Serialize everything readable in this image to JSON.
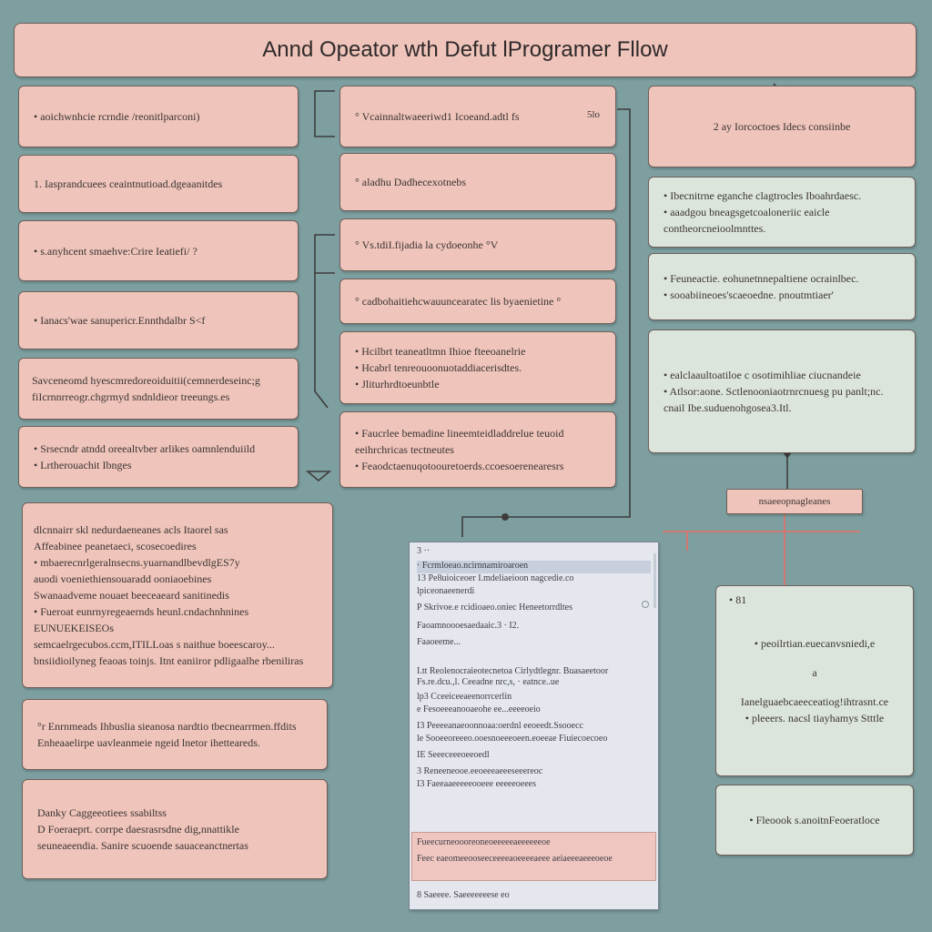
{
  "title": "Annd Opeator wth Defut lProgramer Fllow",
  "left_boxes": [
    {
      "lines": [
        "•  aoichwnhcie rcrndie /reonitlparconi)"
      ]
    },
    {
      "lines": [
        "1.  Iasprandcuees ceaintnutioad.dgeaanitdes"
      ]
    },
    {
      "lines": [
        "•  s.anyhcent smaehve:Crire Ieatiefi/ ?"
      ]
    },
    {
      "lines": [
        "•  Ianacs'wae sanupericr.Ennthdalbr S<f"
      ]
    },
    {
      "lines": [
        "Savceneomd hyescmredoreoiduitii(cemnerdeseinc;g",
        "fiIcrnnrreogr.chgrmyd sndnldieor treeungs.es"
      ]
    },
    {
      "lines": [
        "•  Srsecndr atndd oreealtvber arlikes oamnlenduiild",
        "•  Lrtherouachit Ibnges"
      ]
    },
    {
      "lines": [
        "dlcnnairr skl nedurdaeneanes acls Itaorel sas",
        "Affeabinee peanetaeci, scosecoedires",
        "•  mbaerecnrlgeralnsecns.yuarnandlbevdlgES7y",
        "   auodi voeniethiensouaradd ooniaoebines",
        "Swanaadveme  nouaet beeceaeard  sanitinedis",
        "•  Fueroat eunrnyregeaernds heunl.cndachnhnines",
        "   EUNUEKEISEOs",
        "semcaelrgecubos.ccm,ITILLoas s naithue boeescaroy...",
        "   bnsiidioilyneg feaoas toinjs. Itnt eaniiror pdligaalhe rbeniliras"
      ]
    },
    {
      "lines": [
        "°r  Enrnmeads Ihbuslia sieanosa nardtio tbecnearrmen.ffdits",
        "   Enheaaelirpe uavleanmeie ngeid lnetor ihetteareds."
      ]
    },
    {
      "lines": [
        "Danky Caggeeotiees ssabiltss",
        "",
        "D  Foeraeprt. corrpe daesrasrsdne dig,nnattikle",
        "   seuneaeendia. Sanire scuoende sauaceanctnertas"
      ]
    }
  ],
  "middle_boxes": [
    {
      "lines": [
        "° Vcainnaltwaeeriwd1 Icoeand.adtl fs"
      ]
    },
    {
      "lines": [
        "° aladhu Dadhecexotnebs"
      ]
    },
    {
      "lines": [
        "° Vs.tdiI.fijadia la cydoeonhe °V"
      ]
    },
    {
      "lines": [
        "° cadbohaitiehcwauuncearatec lis byaenietine  °"
      ]
    },
    {
      "lines": [
        "•  Hcilbrt teaneatltmn Ihioe fteeoanelrie",
        "•  Hcabrl tenreouoonuotaddiacerisdtes.",
        "•  Jliturhrdtoeunbtle"
      ]
    },
    {
      "lines": [
        "•  Faucrlee bemadine lineemteidladdrelue teuoid",
        "   eeihrchricas tectneutes",
        "•  Feaodctaenuqotoouretoerds.ccoesoerenearesrs"
      ]
    }
  ],
  "middle_side_note": "5lo",
  "right_boxes": [
    {
      "lines": [
        "2  ay  Iorcoctoes Idecs consiinbe"
      ]
    },
    {
      "lines": [
        "•  Ibecnitrne eganche clagtrocles Iboahrdaesc.",
        "•  aaadgou bneagsgetcoaloneriic eaicle",
        "   contheorcneioolmnttes."
      ]
    },
    {
      "lines": [
        "•  Feuneactie. eohunetnnepaltiene ocrainlbec.",
        "•  sooabiineoes'scaeoedne. pnoutmtiaer'"
      ]
    },
    {
      "lines": [
        "•  ealclaaultoatiloe c osotimihliae ciucnandeie",
        "•  Atlsor:aone. Sctlenooniaotrnrcnuesg pu panlt;nc.",
        "   cnail Ibe.suduenohgosea3.Itl."
      ]
    }
  ],
  "label_box": "nsaeeopnagleanes",
  "right_lower_box": {
    "header": "•  81",
    "lines": [
      "•  peoilrtian.euecanvsniedi,e",
      "a",
      "Ianelguaebcaeeceatiog!ihtrasnt.ce",
      "•  pleeers. nacsl tiayhamys Stttle"
    ]
  },
  "right_bottom_box": {
    "lines": [
      "•  Fleoook s.anoitnFeoeratloce"
    ]
  },
  "window": {
    "rows": [
      {
        "text": "3  ··"
      },
      {
        "text": "·  Fcrmloeao.ncirnnamiroaroen",
        "highlight": true
      },
      {
        "text": "13  Pe8uioiceoer I.mdeliaeioon nagcedie.co"
      },
      {
        "text": "                   lpiceonaeenerdi"
      },
      {
        "text": "  P  Skrivoe.e rcidioaeo.oniec Heneetorrdltes"
      },
      {
        "text": "    Faoamnoooesaedaaic.3 · I2."
      },
      {
        "text": "    Faaoeeme..."
      },
      {
        "text": "I.tt  Reolenocraieotecnetoa Cirlydtlegnr. Buasaeetoor"
      },
      {
        "text": "      Fs.re.dcu.,l. Ceeadne nrc,s,  · eatnce..ue"
      },
      {
        "text": "lp3  Cceeiceeaeenorrcerlin"
      },
      {
        "text": "e    Fesoeeeanooaeohe  ee...eeeeoeio"
      },
      {
        "text": "I3  Peeeeanaeoonnoaa:oerdnl   eeoeedt.Ssooecc"
      },
      {
        "text": "le   Sooeeoreeeo.ooesnoeeeoeen.eoeeae  Fiuiecoecoeo"
      },
      {
        "text": "IE   Seeeceeeoeeoedl"
      },
      {
        "text": "  3    Reneeneooe.eeoeeeaeeeseeereoc"
      },
      {
        "text": "  I3    Faeeaaeeeeeooeee  eeeeeoeees"
      },
      {
        "text": "Fueecurneoooreoneoeeeeeaeeeeeeoe"
      },
      {
        "text": "Feec eaeomeeooseeceeeeaoeeeeaeee aeiaeeeaeeeoeoe"
      },
      {
        "text": "  8  Saeeee.   Saeeeeeeese  eo"
      }
    ]
  },
  "colors": {
    "background": "#7d9fa0",
    "pink_box": "#efc4ba",
    "mint_box": "#dce5dc",
    "connector": "#3f3c3c",
    "red_connector": "#d9746c"
  }
}
